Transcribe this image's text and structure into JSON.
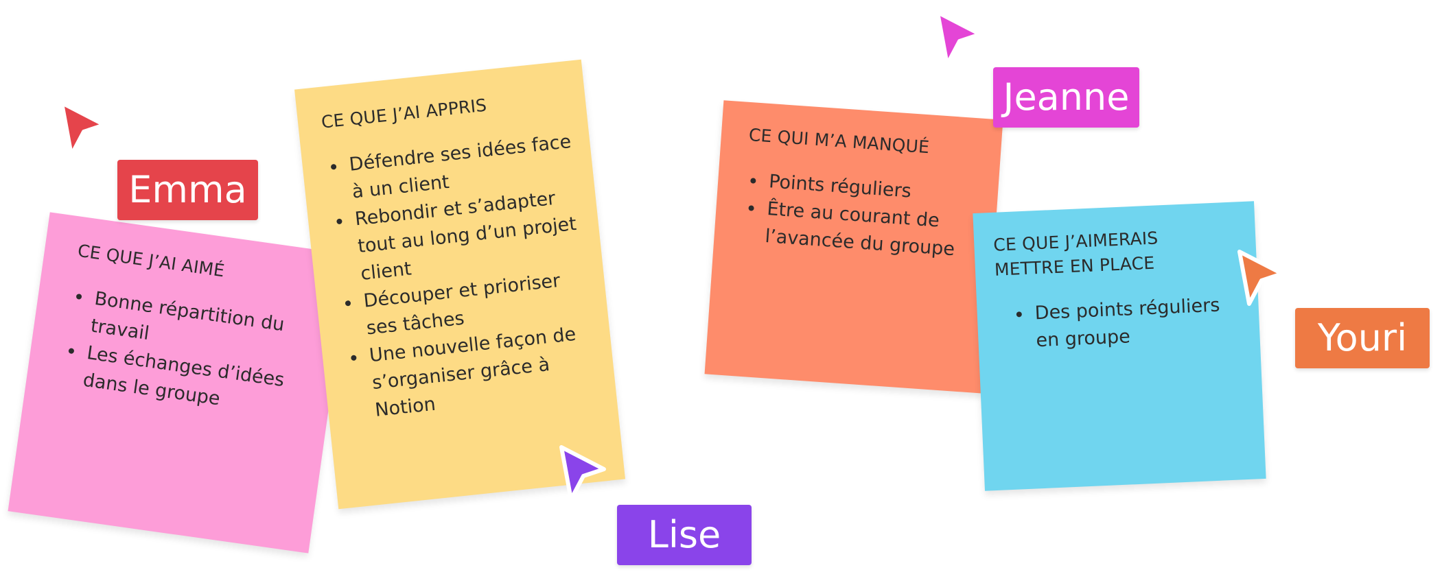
{
  "colors": {
    "emma": "#e5444b",
    "lise": "#8a44ea",
    "jeanne": "#e445d6",
    "youri": "#ee7a44",
    "note_pink": "#fd9dd8",
    "note_yellow": "#fddb85",
    "note_orange": "#fe8c6b",
    "note_blue": "#70d5ef"
  },
  "notes": [
    {
      "title": "CE QUE J’AI AIMÉ",
      "items": [
        "Bonne répartition du travail",
        "Les échanges d’idées dans le groupe"
      ]
    },
    {
      "title": "CE QUE J’AI APPRIS",
      "items": [
        "Défendre ses idées face à un client",
        "Rebondir et s’adapter tout au long d’un projet client",
        "Découper et prioriser ses tâches",
        "Une nouvelle façon de s’organiser grâce à Notion"
      ]
    },
    {
      "title": "CE QUI M’A MANQUÉ",
      "items": [
        "Points réguliers",
        "Être au courant de l’avancée du groupe"
      ]
    },
    {
      "title": "CE QUE J’AIMERAIS\nMETTRE EN PLACE",
      "items": [
        "Des points réguliers en groupe"
      ]
    }
  ],
  "collaborators": {
    "emma": "Emma",
    "lise": "Lise",
    "jeanne": "Jeanne",
    "youri": "Youri"
  },
  "icons": [
    "pointer-cursor-icon"
  ]
}
